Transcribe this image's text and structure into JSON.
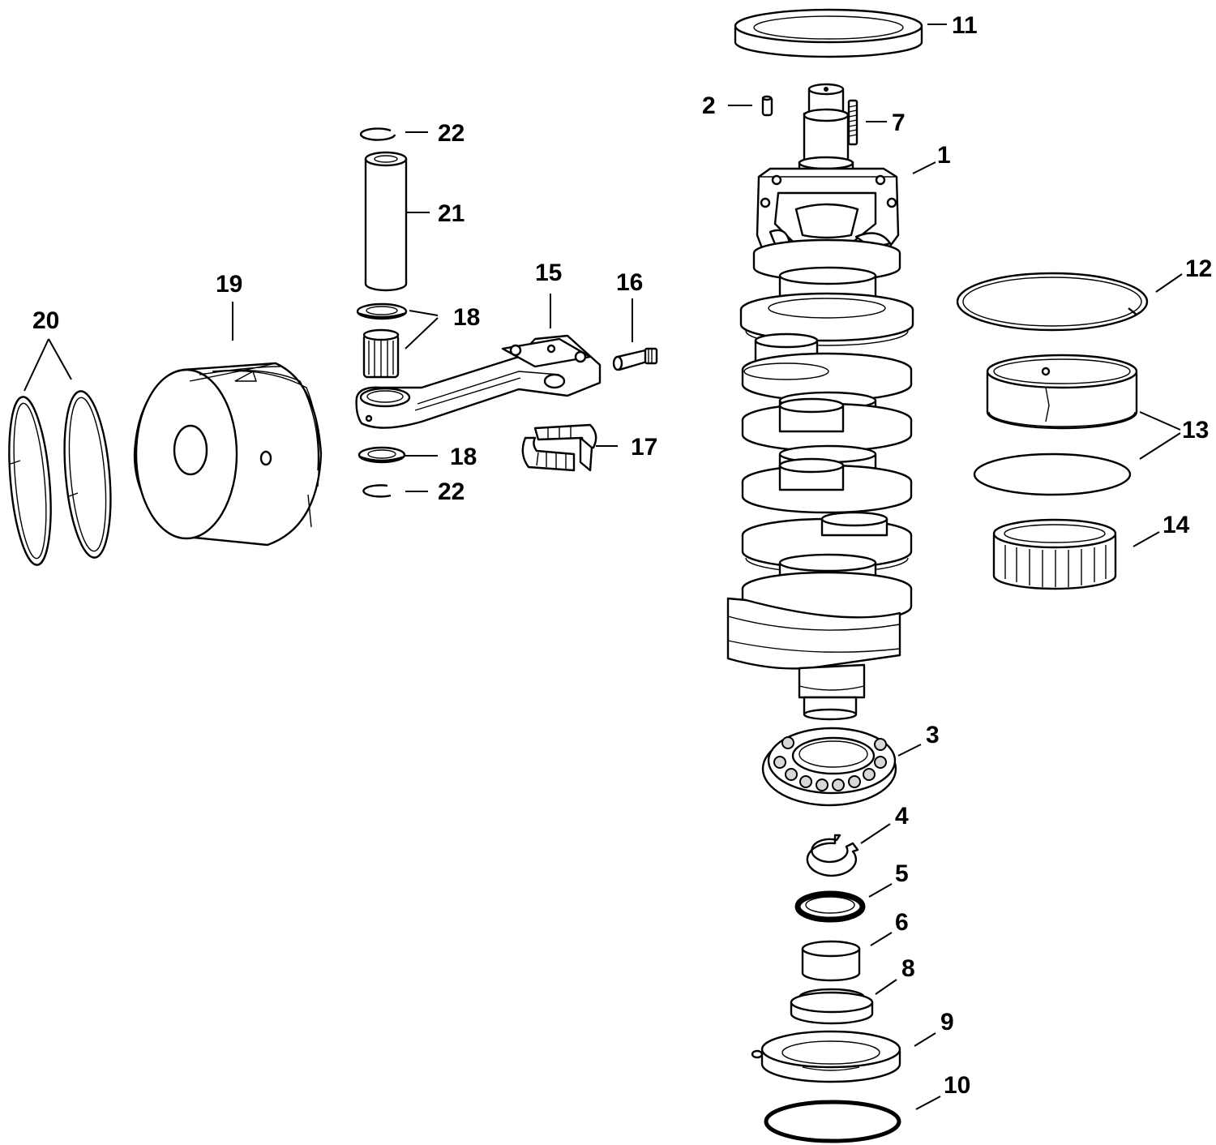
{
  "callouts": {
    "c1": "1",
    "c2": "2",
    "c3": "3",
    "c4": "4",
    "c5": "5",
    "c6": "6",
    "c7": "7",
    "c8": "8",
    "c9": "9",
    "c10": "10",
    "c11": "11",
    "c12": "12",
    "c13": "13",
    "c14": "14",
    "c15": "15",
    "c16": "16",
    "c17": "17",
    "c18a": "18",
    "c18b": "18",
    "c19": "19",
    "c20": "20",
    "c21": "21",
    "c22a": "22",
    "c22b": "22"
  }
}
